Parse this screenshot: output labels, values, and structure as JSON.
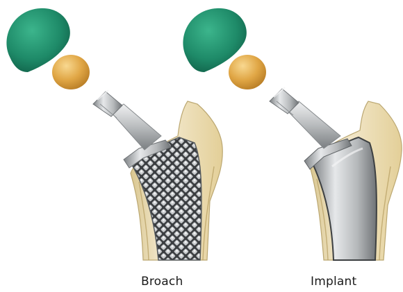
{
  "captions": {
    "left": "Broach",
    "right": "Implant"
  },
  "colors": {
    "acetabular_shell": "#1e8a68",
    "femoral_head": "#e0a645",
    "bone": "#e9d9a6",
    "metal": "#b5b8ba",
    "background": "#ffffff"
  },
  "icons": {
    "broach_texture": "diamond-grid-pattern"
  }
}
